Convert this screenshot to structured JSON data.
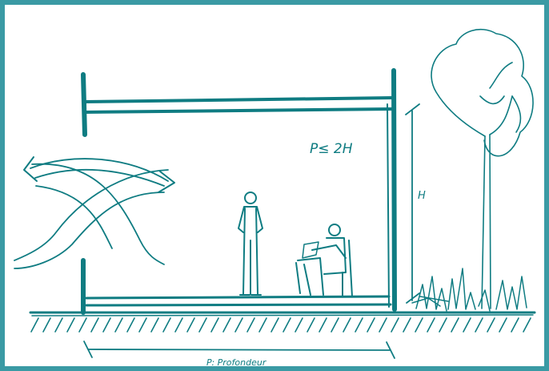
{
  "diagram": {
    "formula": "P≤ 2H",
    "height_label": "H",
    "depth_label": "P: Profondeur"
  },
  "colors": {
    "ink": "#0f7c82",
    "frame": "#3a9aa4",
    "background": "#ffffff"
  }
}
